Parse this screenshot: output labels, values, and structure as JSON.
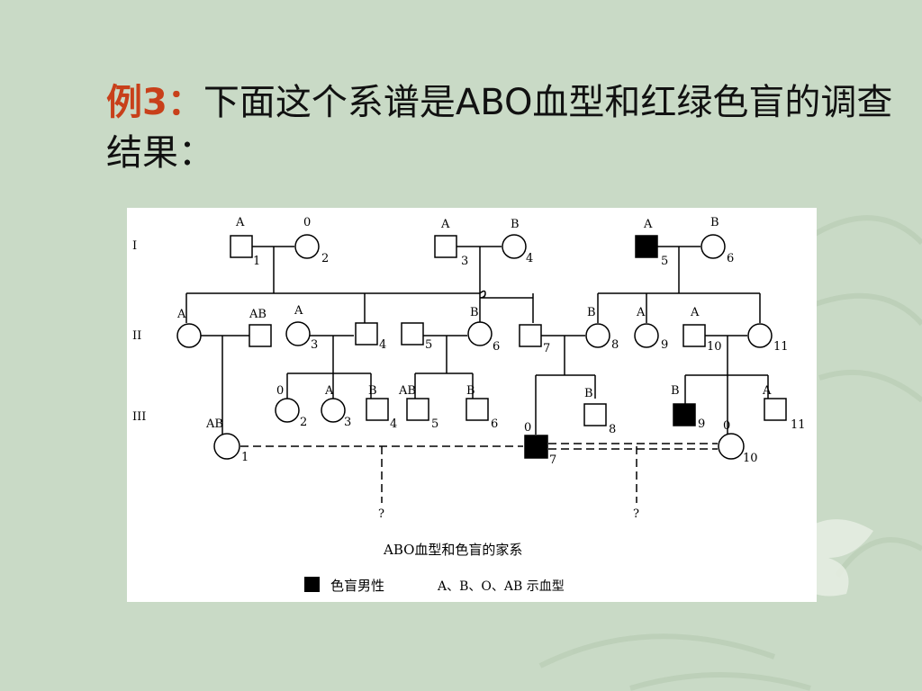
{
  "slide": {
    "title_lead": "例3：",
    "title_text": "下面这个系谱是ABO血型和红绿色盲的调查结果："
  },
  "generations": [
    "I",
    "II",
    "III"
  ],
  "individuals": {
    "I-1": {
      "num": "1",
      "blood": "A"
    },
    "I-2": {
      "num": "2",
      "blood": "0"
    },
    "I-3": {
      "num": "3",
      "blood": "A"
    },
    "I-4": {
      "num": "4",
      "blood": "B"
    },
    "I-5": {
      "num": "5",
      "blood": "A"
    },
    "I-6": {
      "num": "6",
      "blood": "B"
    },
    "II-a": {
      "blood": "A"
    },
    "II-b": {
      "blood": "AB"
    },
    "II-3": {
      "num": "3",
      "blood": "A"
    },
    "II-4": {
      "num": "4"
    },
    "II-5": {
      "num": "5"
    },
    "II-6": {
      "num": "6",
      "blood": "B"
    },
    "II-7": {
      "num": "7"
    },
    "II-8": {
      "num": "8",
      "blood": "B"
    },
    "II-9": {
      "num": "9",
      "blood": "A"
    },
    "II-10": {
      "num": "10",
      "blood": "A"
    },
    "II-11": {
      "num": "11"
    },
    "III-1": {
      "num": "1",
      "blood": "AB"
    },
    "III-2": {
      "num": "2",
      "blood": "0"
    },
    "III-3": {
      "num": "3",
      "blood": "A"
    },
    "III-4": {
      "num": "4",
      "blood": "B"
    },
    "III-5": {
      "num": "5",
      "blood": "AB"
    },
    "III-6": {
      "num": "6",
      "blood": "B"
    },
    "III-7": {
      "num": "7",
      "blood": "0"
    },
    "III-8": {
      "num": "8",
      "blood": "B"
    },
    "III-9": {
      "num": "9",
      "blood": "B"
    },
    "III-10": {
      "num": "10",
      "blood": "0"
    },
    "III-11": {
      "num": "11",
      "blood": "A"
    }
  },
  "unknown_offspring_mark": "?",
  "caption": "ABO血型和色盲的家系",
  "legend": {
    "colorblind_male": "色盲男性",
    "blood_types": "A、B、O、AB 示血型"
  },
  "colors": {
    "slide_bg": "#c9dac6",
    "title_accent": "#c8401a",
    "line": "#000000",
    "affected_fill": "#000000"
  }
}
